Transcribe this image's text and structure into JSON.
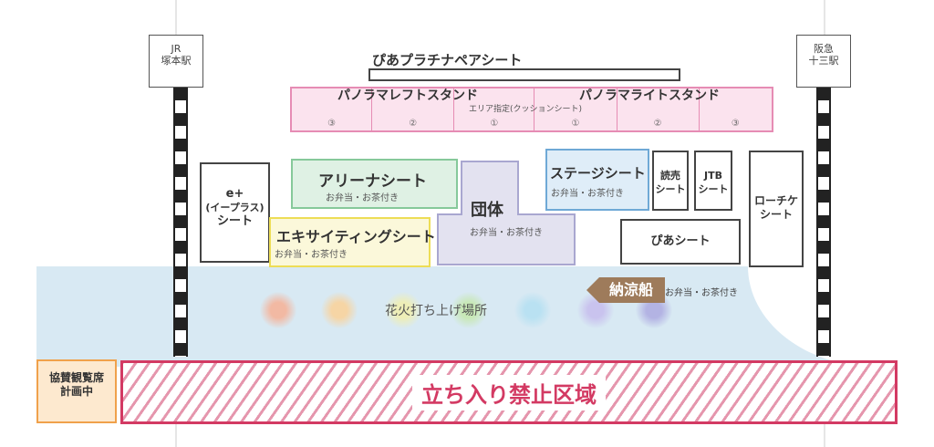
{
  "stations": {
    "left": {
      "line1": "JR",
      "line2": "塚本駅"
    },
    "right": {
      "line1": "阪急",
      "line2": "十三駅"
    }
  },
  "pair_seat": {
    "title": "ぴあプラチナペアシート"
  },
  "panorama": {
    "left_title": "パノラマレフトスタンド",
    "right_title": "パノラマライトスタンド",
    "subtitle": "エリア指定(クッションシート)",
    "numbers": [
      "③",
      "②",
      "①",
      "①",
      "②",
      "③"
    ]
  },
  "eplus": {
    "line1": "e+",
    "line2": "(イープラス)",
    "line3": "シート"
  },
  "arena": {
    "title": "アリーナシート",
    "note": "お弁当・お茶付き"
  },
  "exciting": {
    "title": "エキサイティングシート",
    "note": "お弁当・お茶付き"
  },
  "dantai": {
    "title": "団体",
    "note": "お弁当・お茶付き"
  },
  "stage": {
    "title": "ステージシート",
    "note": "お弁当・お茶付き"
  },
  "yomiuri": {
    "line1": "読売",
    "line2": "シート"
  },
  "jtb": {
    "line1": "JTB",
    "line2": "シート"
  },
  "lawson": {
    "line1": "ローチケ",
    "line2": "シート"
  },
  "pia": {
    "title": "ぴあシート"
  },
  "noryo": {
    "title": "納涼船",
    "note": "お弁当・お茶付き"
  },
  "fireworks": {
    "label": "花火打ち上げ場所",
    "colors": [
      "#f2b9a3",
      "#f6d5a5",
      "#eeeeb7",
      "#c8e8b7",
      "#b9e1f2",
      "#c9c3ee",
      "#b3b3e3"
    ]
  },
  "nozone": {
    "label": "立ち入り禁止区域"
  },
  "kyosan": {
    "line1": "協賛観覧席",
    "line2": "計画中"
  }
}
